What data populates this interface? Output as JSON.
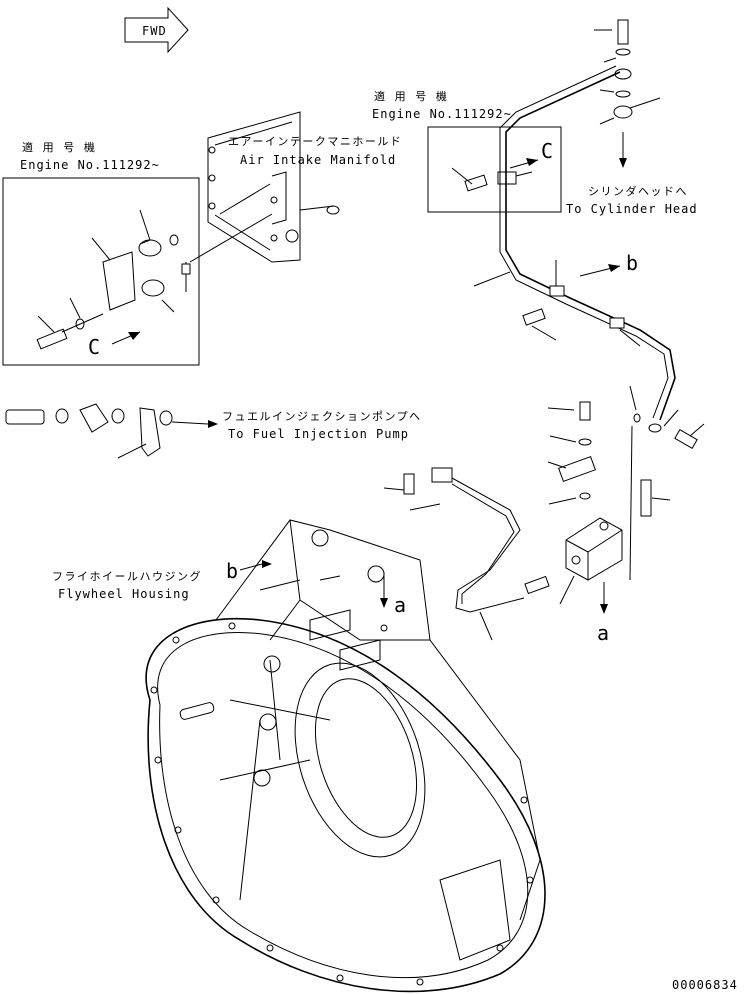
{
  "labels": {
    "fwd": "FWD",
    "applicable_jp_left": "適 用 号 機",
    "engine_no_left": "Engine No.111292~",
    "applicable_jp_top": "適 用 号 機",
    "engine_no_top": "Engine No.111292~",
    "air_intake_jp": "エアーインテークマニホールド",
    "air_intake_en": "Air Intake Manifold",
    "cylinder_head_jp": "シリンダヘッドへ",
    "cylinder_head_en": "To Cylinder Head",
    "fuel_pump_jp": "フュエルインジェクションポンプへ",
    "fuel_pump_en": "To Fuel Injection Pump",
    "flywheel_jp": "フライホイールハウジング",
    "flywheel_en": "Flywheel Housing",
    "ref_c_left": "C",
    "ref_c_top": "C",
    "ref_b_top": "b",
    "ref_b_flywheel": "b",
    "ref_a_housing": "a",
    "ref_a_right": "a",
    "drawing_no": "00006834"
  }
}
